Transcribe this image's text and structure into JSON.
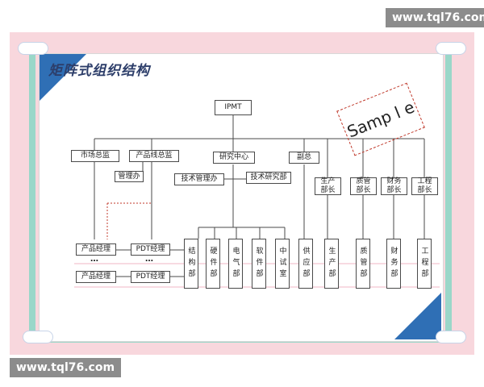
{
  "watermark": {
    "url_top": "www.tql76.com",
    "url_bottom": "www.tql76.com"
  },
  "slide": {
    "title": "矩阵式组织结构",
    "stamp": "Samp l e"
  },
  "diagram": {
    "root": "IPMT",
    "level1": [
      "市场总监",
      "产品线总监",
      "研究中心",
      "副总"
    ],
    "management_office": "管理办",
    "research_units": [
      "技术管理办",
      "技术研究部"
    ],
    "vp_units": [
      "生产部长",
      "质管部长",
      "财务部长",
      "工程部长"
    ],
    "product_rows": [
      {
        "manager": "产品经理",
        "pdt": "PDT经理"
      },
      {
        "manager": "产品经理",
        "pdt": "PDT经理"
      }
    ],
    "ellipsis": "…",
    "research_departments": [
      "结构部",
      "硬件部",
      "电气部",
      "软件部",
      "中试室"
    ],
    "functional_departments": [
      "供应部",
      "生产部",
      "质管部",
      "财务部",
      "工程部"
    ]
  },
  "colors": {
    "frame_pink": "#f8d7dd",
    "frame_teal": "#9ad7c9",
    "corner_blue": "#2f6fb5",
    "title": "#2d3e6a"
  }
}
